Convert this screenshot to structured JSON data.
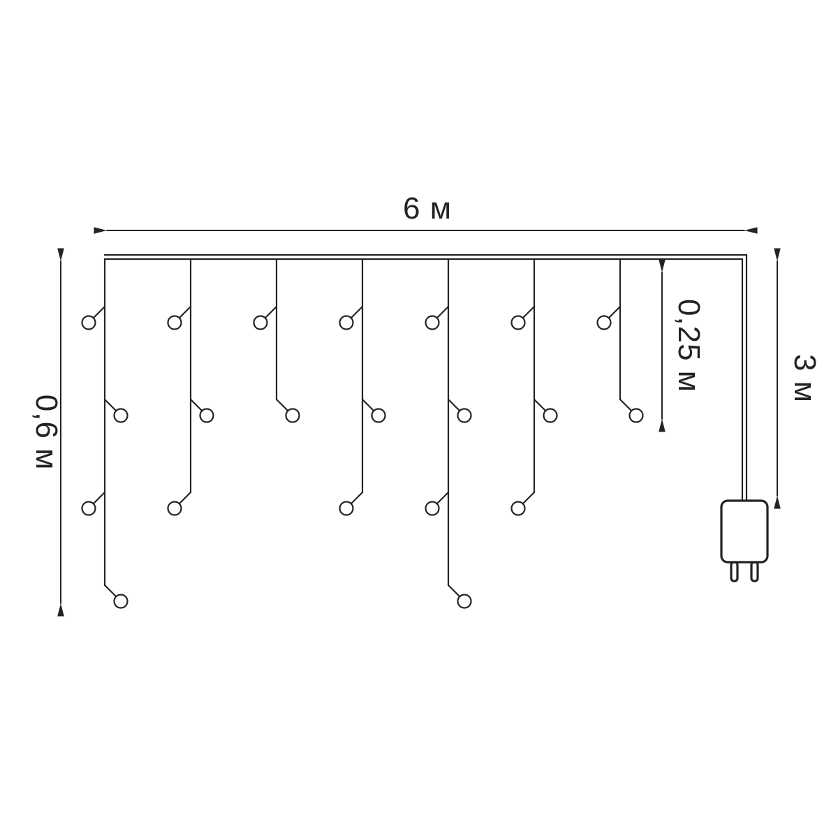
{
  "diagram": {
    "type": "dimension-drawing",
    "subject": "icicle string light with power adapter",
    "labels": {
      "total_width": "6 м",
      "drop_height": "0,6 м",
      "drop_spacing": "0,25 м",
      "cord_length": "3 м"
    },
    "figure": {
      "drop_count": 7,
      "bulbs_per_drop": [
        4,
        3,
        2,
        3,
        4,
        3,
        2
      ],
      "total_bulbs": 21,
      "has_power_adapter": true,
      "plug_prongs": 2
    },
    "colors": {
      "line": "#232323",
      "background": "#ffffff"
    }
  }
}
